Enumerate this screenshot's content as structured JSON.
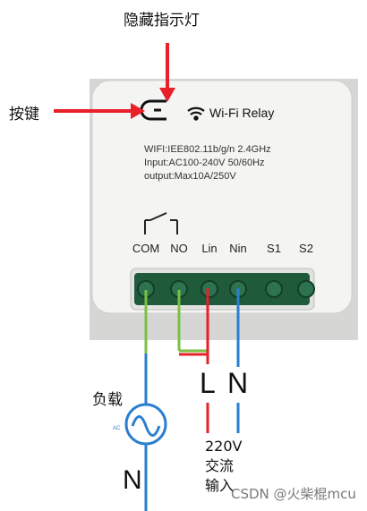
{
  "annotations": {
    "hidden_led": "隐藏指示灯",
    "button": "按键"
  },
  "device": {
    "brand": "Wi-Fi Relay",
    "specs": [
      "WIFI:IEE802.11b/g/n 2.4GHz",
      "Input:AC100-240V  50/60Hz",
      "output:Max10A/250V"
    ],
    "terminals": [
      "COM",
      "NO",
      "Lin",
      "Nin",
      "S1",
      "S2"
    ]
  },
  "wiring": {
    "L": "L",
    "N": "N",
    "load": "负载",
    "ac_symbol": "AC",
    "N_bottom": "N",
    "voltage": "220V",
    "ac_text": "交流",
    "input_text": "输入"
  },
  "watermark": "CSDN @火柴棍mcu",
  "colors": {
    "red": "#e8202a",
    "blue": "#2b7fd0",
    "green": "#7ac143",
    "body": "#f2f2f0",
    "terminal_green": "#1f5a3a"
  }
}
